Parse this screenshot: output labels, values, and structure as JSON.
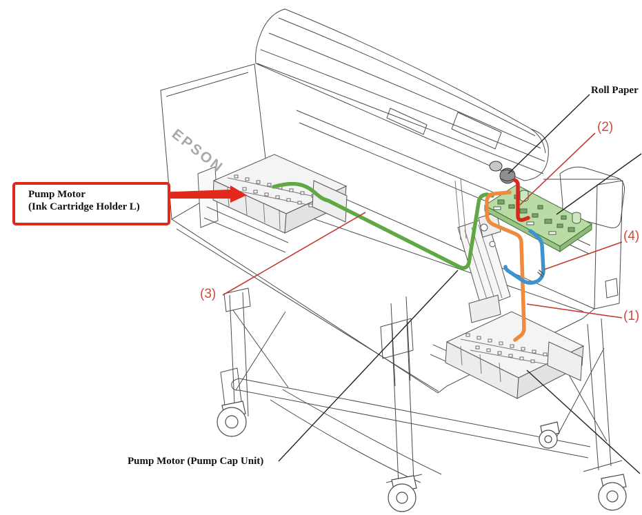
{
  "diagram": {
    "type": "printer-service-manual-cable-routing",
    "brand": "EPSON",
    "callout_box": {
      "line1": "Pump Motor",
      "line2": "(Ink Cartridge Holder L)"
    },
    "labels": {
      "roll_paper": "Roll Paper",
      "pump_motor_cap": "Pump Motor (Pump Cap Unit)"
    },
    "references": {
      "ref1": "(1)",
      "ref2": "(2)",
      "ref3": "(3)",
      "ref4": "(4)"
    },
    "colors": {
      "cable_green": "#5fa844",
      "cable_orange": "#ef8b3f",
      "cable_blue": "#3d93cc",
      "cable_red": "#d7281d",
      "callout_red": "#cf4a3c",
      "box_red": "#e2291c",
      "leader_black": "#222222",
      "line_art": "#4a4a4a",
      "board_green": "#b9dba6"
    }
  }
}
